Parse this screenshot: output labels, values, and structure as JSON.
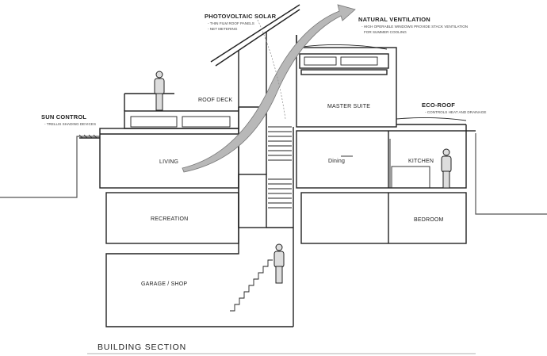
{
  "rooms": {
    "roof_deck": "ROOF DECK",
    "master_suite": "MASTER SUITE",
    "living": "LIVING",
    "dining": "Dining",
    "kitchen": "KITCHEN",
    "recreation": "RECREATION",
    "bedroom": "BEDROOM",
    "garage": "GARAGE / SHOP"
  },
  "annotations": {
    "photovoltaic": {
      "title": "PHOTOVOLTAIC SOLAR",
      "bullets": [
        "THIN FILM ROOF PANELS",
        "NET METERING"
      ]
    },
    "ventilation": {
      "title": "NATURAL VENTILATION",
      "bullets": [
        "HIGH OPERABLE WINDOWS PROVIDE STACK VENTILATION",
        "FOR SUMMER COOLING"
      ]
    },
    "sun_control": {
      "title": "SUN CONTROL",
      "bullets": [
        "TRELLIS SHADING DEVICES"
      ]
    },
    "eco_roof": {
      "title": "ECO-ROOF",
      "bullets": [
        "CONTROLS HEAT AND DRAINAGE"
      ]
    }
  },
  "section_title": "BUILDING SECTION",
  "colors": {
    "line": "#222222",
    "ground": "#555555",
    "airflow_fill": "#b8b8b8",
    "airflow_stroke": "#777777"
  },
  "figures": [
    "person-roof-deck",
    "person-kitchen",
    "person-garage"
  ]
}
